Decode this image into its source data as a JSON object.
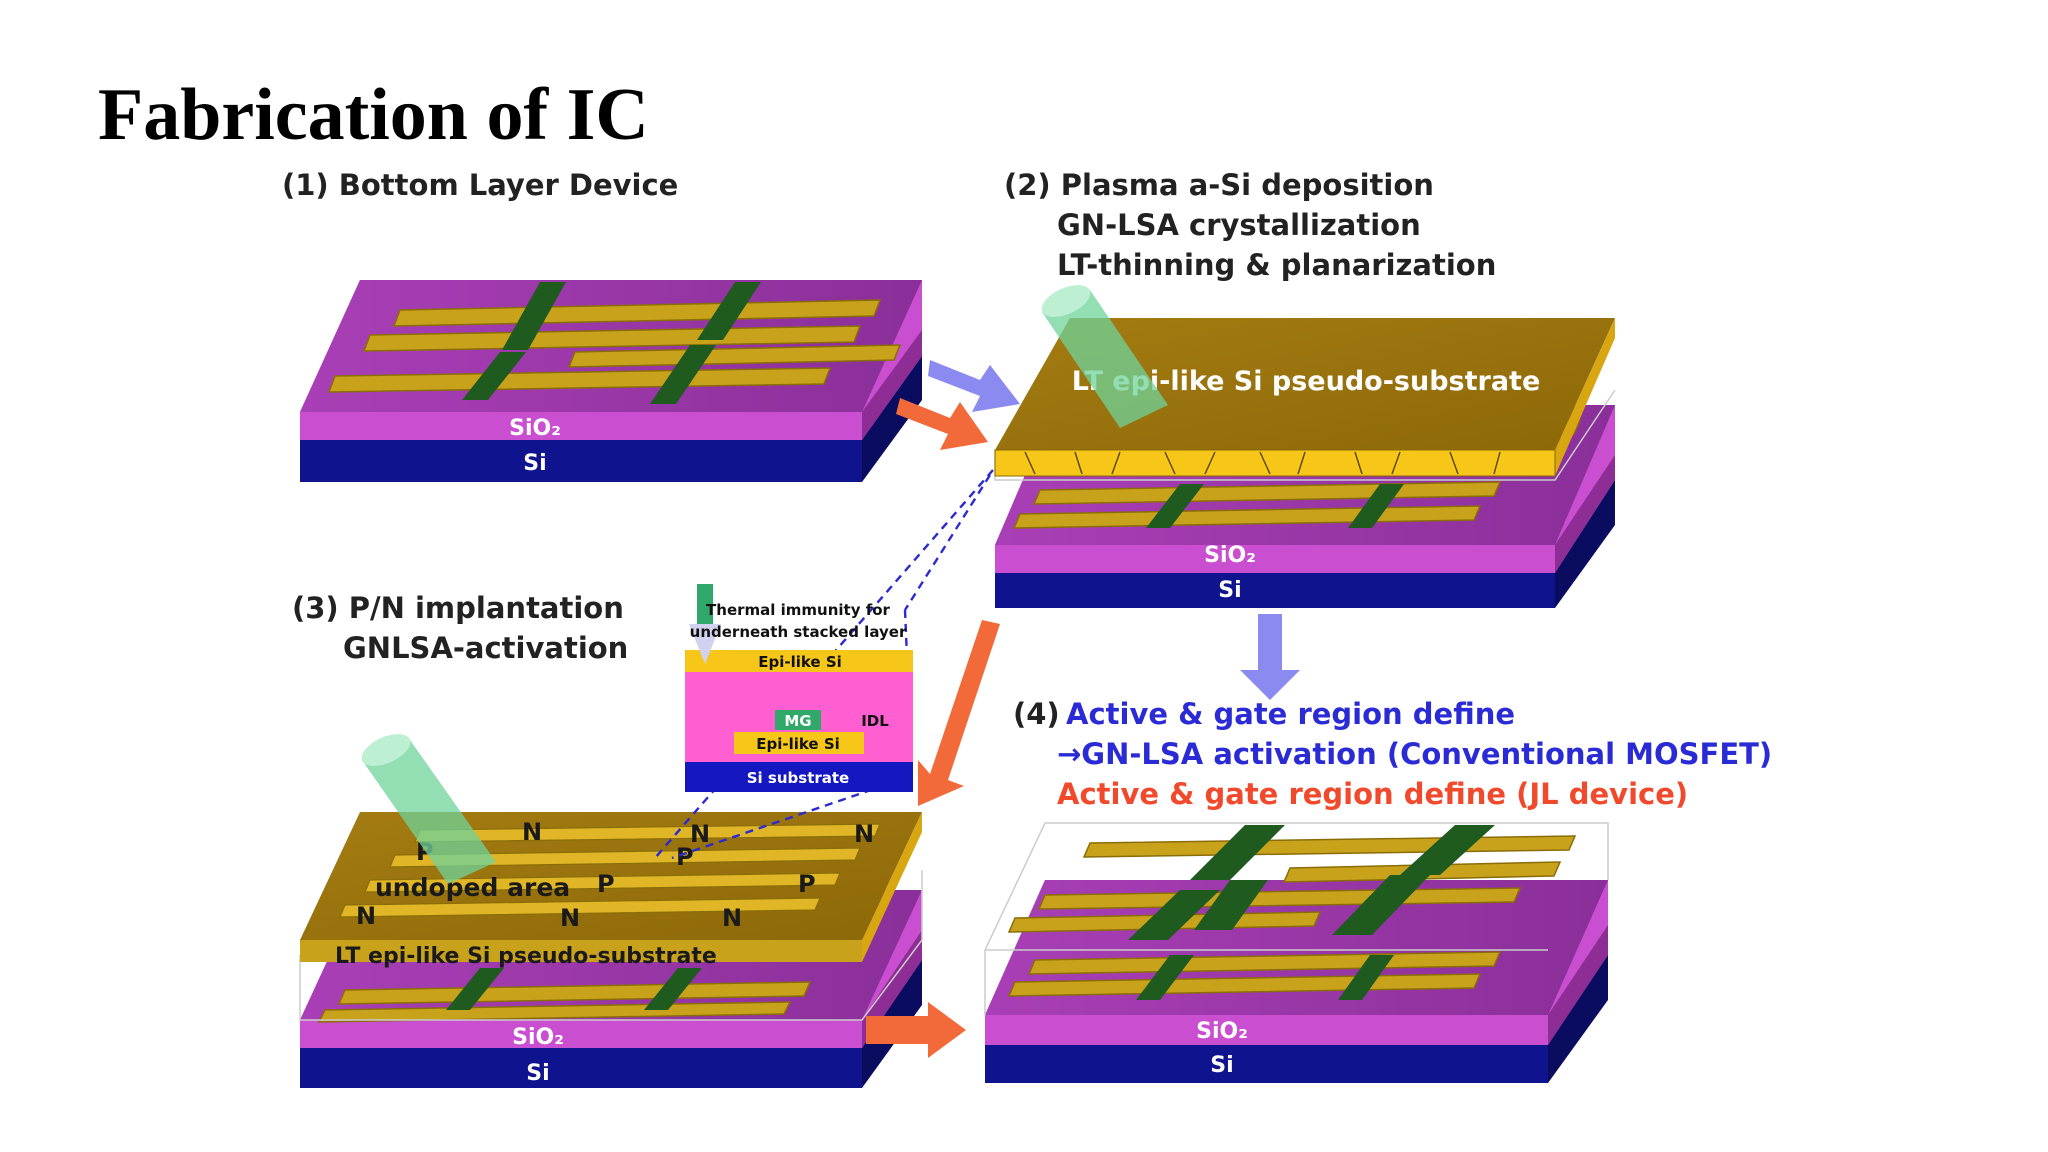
{
  "slide": {
    "title": "Fabrication of IC"
  },
  "steps": {
    "step1": {
      "line1": "(1) Bottom Layer Device"
    },
    "step2": {
      "line1": "(2) Plasma a-Si deposition",
      "line2": "GN-LSA crystallization",
      "line3": "LT-thinning & planarization"
    },
    "step3": {
      "line1": "(3) P/N implantation",
      "line2": "GNLSA-activation"
    },
    "step4": {
      "prefix": "(4) ",
      "line1": "Active & gate region define",
      "line2": "→GN-LSA activation (Conventional MOSFET)",
      "line3": "Active & gate region define (JL device)"
    }
  },
  "layers": {
    "sio2": "SiO₂",
    "si": "Si",
    "pseudo_substrate": "LT epi-like Si pseudo-substrate",
    "pseudo_substrate_2": "LT epi-like  Si pseudo-substrate",
    "undoped": "undoped area"
  },
  "dopants": {
    "n": "N",
    "p": "P"
  },
  "inset": {
    "caption_line1": "Thermal immunity for",
    "caption_line2": "underneath stacked layer",
    "epi_top": "Epi-like Si",
    "mg": "MG",
    "idl": "IDL",
    "epi_bottom": "Epi-like Si",
    "substrate": "Si substrate"
  },
  "colors": {
    "sio2": "#c94fd0",
    "si": "#10138e",
    "pseudo": "#b8900a",
    "metal": "#c9a21c",
    "gate": "#1f5a1f",
    "arrow_red": "#f26a3a",
    "arrow_blue": "#8a8af0",
    "laser": "#7fd8a2"
  }
}
